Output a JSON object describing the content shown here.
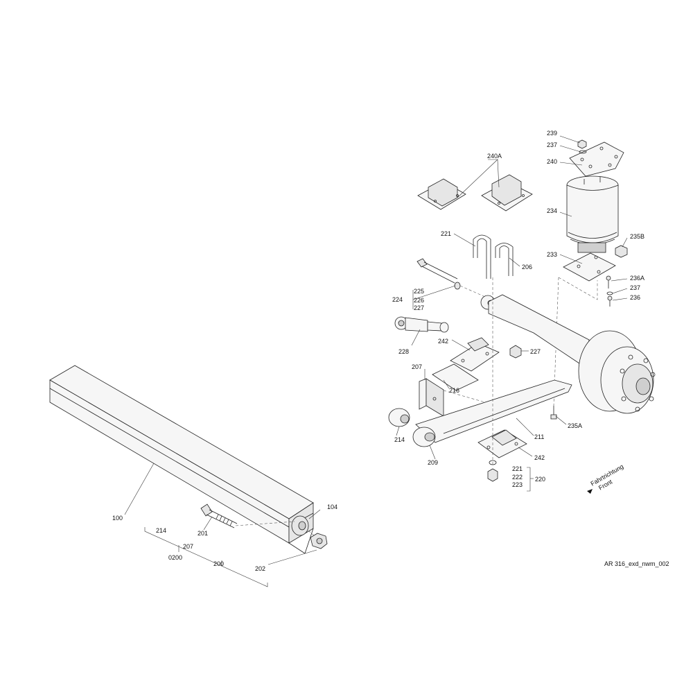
{
  "drawing_id": "AR 316_exd_nwm_002",
  "direction": {
    "line1": "Fahrtrichtung",
    "line2": "Front"
  },
  "labels": {
    "p100": "100",
    "p104": "104",
    "p201": "201",
    "p202": "202",
    "p214a": "214",
    "p207a": "207",
    "p0200": "0200",
    "p200": "200",
    "p239": "239",
    "p237a": "237",
    "p240": "240",
    "p240A": "240A",
    "p234": "234",
    "p235B": "235B",
    "p233": "233",
    "p236A": "236A",
    "p237b": "237",
    "p236": "236",
    "p221a": "221",
    "p206": "206",
    "p224": "224",
    "p225": "225",
    "p226": "226",
    "p227a": "227",
    "p228": "228",
    "p242a": "242",
    "p227b": "227",
    "p207b": "207",
    "p216": "216",
    "p235A": "235A",
    "p214b": "214",
    "p211": "211",
    "p209": "209",
    "p242b": "242",
    "p221b": "221",
    "p222": "222",
    "p223": "223",
    "p220": "220"
  }
}
